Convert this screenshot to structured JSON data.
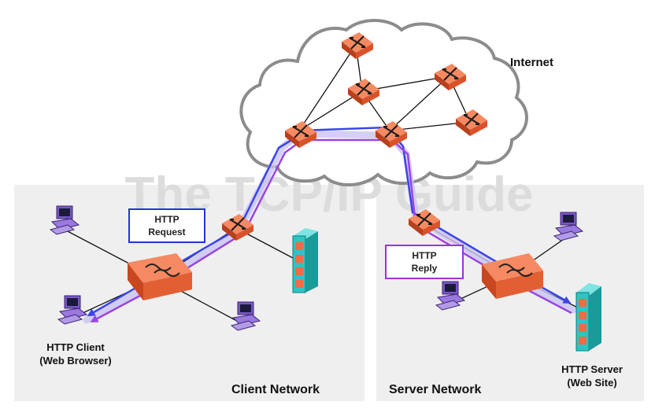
{
  "watermark": "The TCP/IP Guide",
  "labels": {
    "internet": "Internet",
    "client_network": "Client Network",
    "server_network": "Server Network",
    "client_title": "HTTP Client",
    "client_sub": "(Web Browser)",
    "server_title": "HTTP Server",
    "server_sub": "(Web Site)"
  },
  "callouts": {
    "request_line1": "HTTP",
    "request_line2": "Request",
    "reply_line1": "HTTP",
    "reply_line2": "Reply"
  },
  "colors": {
    "network_bg": "#efefef",
    "router": "#f26b43",
    "router_dark": "#b8401c",
    "request_path": "#3b45e8",
    "reply_path": "#9a45e0",
    "path_glow": "#c9c3f2",
    "pc": "#7a55c8",
    "server": "#2fc4c4",
    "cloud_stroke": "#8c8c8c",
    "callout_request": "#2233dd",
    "callout_reply": "#9933dd"
  },
  "icons": [
    "router-icon",
    "switch-icon",
    "computer-icon",
    "server-icon",
    "cloud-icon",
    "arrow-icon"
  ]
}
